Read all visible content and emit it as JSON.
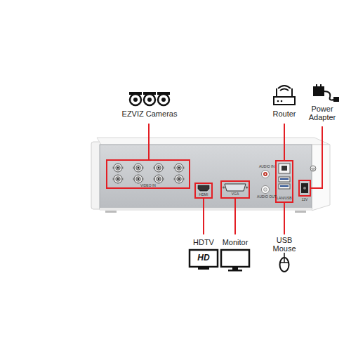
{
  "diagram": {
    "labels": [
      "EZVIZ Cameras",
      "Router",
      "Power Adapter",
      "HDTV",
      "Monitor",
      "USB Mouse",
      "HD",
      "VIDEO IN",
      "HDMI",
      "VGA",
      "AUDIO IN",
      "AUDIO OUT",
      "LAN/USB",
      "12V"
    ]
  }
}
